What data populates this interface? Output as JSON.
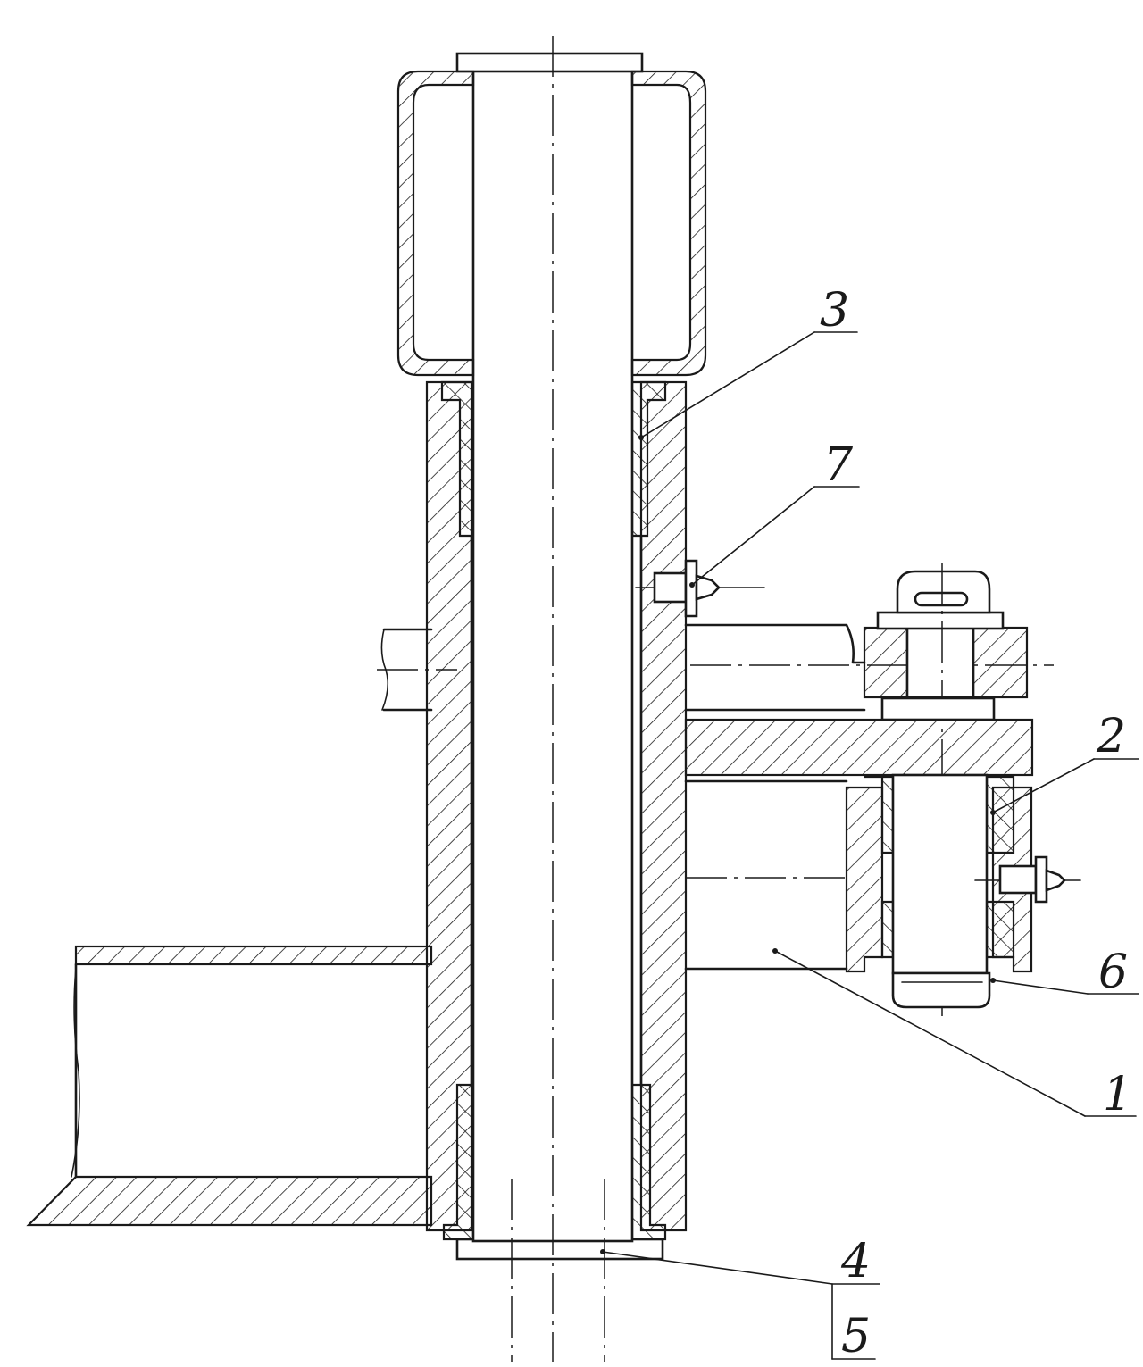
{
  "drawing": {
    "labels": {
      "l1": "1",
      "l2": "2",
      "l3": "3",
      "l4": "4",
      "l5": "5",
      "l6": "6",
      "l7": "7"
    }
  }
}
